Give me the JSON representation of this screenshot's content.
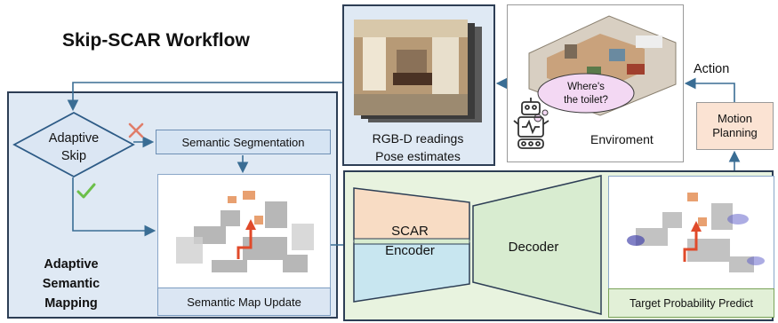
{
  "title": "Skip-SCAR Workflow",
  "left": {
    "decision_label_line1": "Adaptive",
    "decision_label_line2": "Skip",
    "segmentation_label": "Semantic Segmentation",
    "map_update_label": "Semantic Map Update",
    "section_label_line1": "Adaptive",
    "section_label_line2": "Semantic",
    "section_label_line3": "Mapping"
  },
  "sensor": {
    "line1": "RGB-D readings",
    "line2": "Pose estimates"
  },
  "environment": {
    "bubble_line1": "Where's",
    "bubble_line2": "the toilet?",
    "label": "Enviroment"
  },
  "action_label": "Action",
  "motion_planning": {
    "line1": "Motion",
    "line2": "Planning"
  },
  "network": {
    "encoder_line1": "SCAR",
    "encoder_line2": "Encoder",
    "decoder_label": "Decoder",
    "prediction_label": "Target Probability Predict"
  },
  "colors": {
    "arrow": "#3a6d94",
    "cross": "#e07d6a",
    "check": "#6bbf4a",
    "robot": "#333333"
  }
}
